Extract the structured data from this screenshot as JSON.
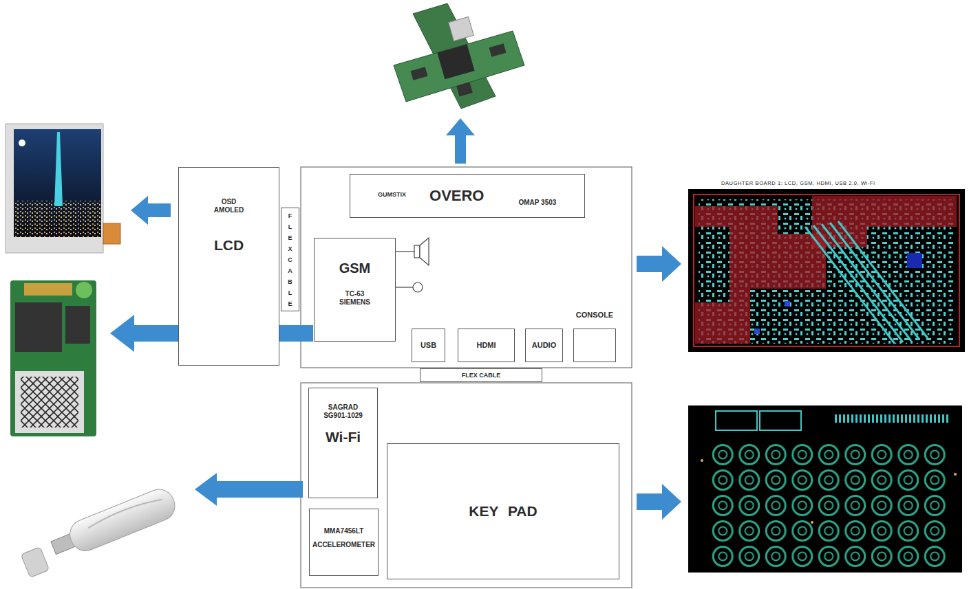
{
  "diagram": {
    "nodes": [
      {
        "text": [
          "OSD AMOLED",
          "LCD"
        ]
      },
      {
        "text": [
          "FLEX CABLE"
        ]
      },
      {
        "text": [
          "GUMSTIX",
          "OVERO",
          "OMAP 3503"
        ]
      },
      {
        "text": [
          "GSM",
          "TC-63 SIEMENS"
        ]
      },
      {
        "text": [
          "USB"
        ]
      },
      {
        "text": [
          "HDMI"
        ]
      },
      {
        "text": [
          "AUDIO"
        ]
      },
      {
        "text": [
          "CONSOLE"
        ]
      },
      {
        "text": [
          "FLEX CABLE"
        ]
      },
      {
        "text": [
          "SAGRAD SG901-1029",
          "Wi-Fi"
        ]
      },
      {
        "text": [
          "MMA7456LT ACCELEROMETER"
        ]
      },
      {
        "text": [
          "KEY PAD"
        ]
      }
    ],
    "labels": [
      "DAUGHTER BOARD 1: LCD, GSM, HDMI, USB 2.0, Wi-Fi"
    ]
  }
}
